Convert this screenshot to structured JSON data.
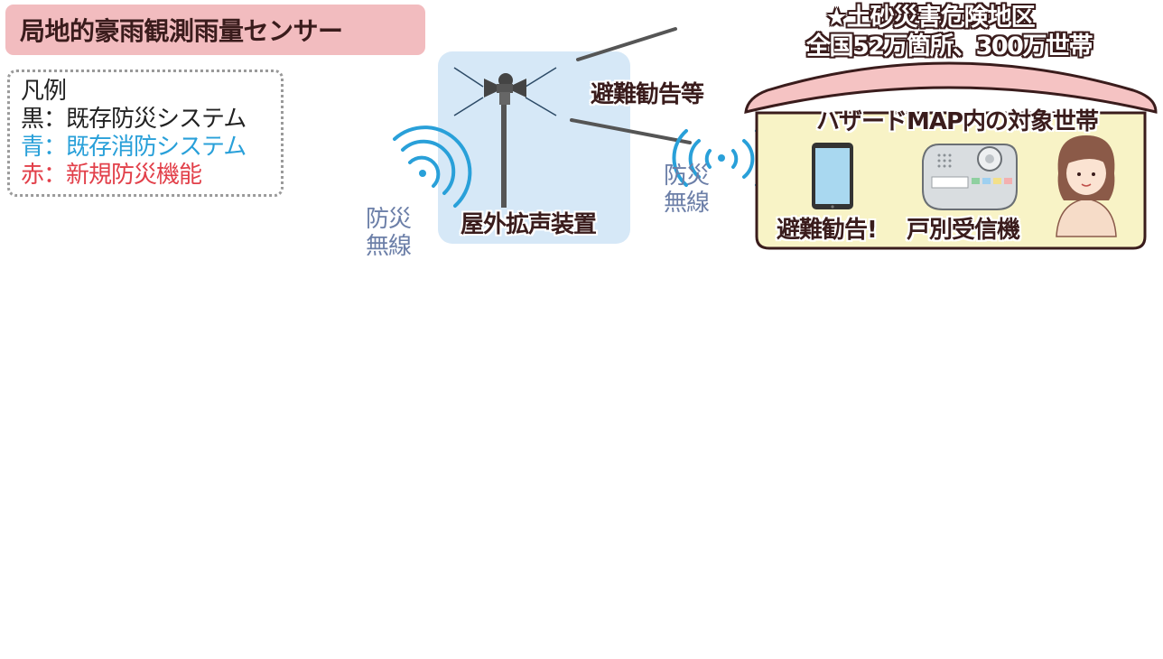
{
  "title": "局地的豪雨観測雨量センサー",
  "legend": {
    "heading": "凡例",
    "black": "黒：既存防災システム",
    "blue": "青：既存消防システム",
    "red": "赤：新規防災機能"
  },
  "speaker_label": "屋外拡声装置",
  "wireless_left": [
    "防災",
    "無線"
  ],
  "wireless_right": [
    "防災",
    "無線"
  ],
  "evacuation_label": "避難勧告等",
  "danger_area": {
    "line1": "★土砂災害危険地区",
    "line2": "全国52万箇所、300万世帯"
  },
  "house": {
    "title": "ハザードMAP内の対象世帯",
    "tablet_label": "避難勧告!",
    "receiver_label": "戸別受信機"
  },
  "colors": {
    "title_bg": "#f2bcbf",
    "speaker_bg": "#d6e8f7",
    "house_fill": "#f8f3c6",
    "house_stroke": "#3a1c1c",
    "wave_blue": "#29a0d9",
    "legend_blue": "#29a0d9",
    "legend_red": "#e2404a"
  }
}
